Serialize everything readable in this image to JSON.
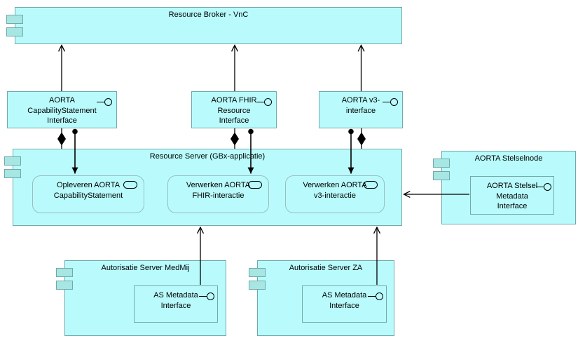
{
  "diagram": {
    "type": "archimate-application-view",
    "colors": {
      "node_fill": "#b9fbfc",
      "port_fill": "#a6e6e3",
      "node_border": "#74a8ab",
      "service_border": "#9abcc2",
      "line_color": "#000000",
      "text_color": "#000000"
    }
  },
  "nodes": {
    "broker": {
      "title": "Resource Broker - VnC"
    },
    "iface_cap": {
      "label": "AORTA\nCapabilityStatement\nInterface"
    },
    "iface_fhir": {
      "label": "AORTA FHIR\nResource\nInterface"
    },
    "iface_v3": {
      "label": "AORTA v3-\ninterface"
    },
    "server": {
      "title": "Resource Server (GBx-applicatie)"
    },
    "svc_cap": {
      "label": "Opleveren AORTA\nCapabilityStatement"
    },
    "svc_fhir": {
      "label": "Verwerken AORTA\nFHIR-interactie"
    },
    "svc_v3": {
      "label": "Verwerken AORTA\nv3-interactie"
    },
    "stelselnode": {
      "title": "AORTA Stelselnode"
    },
    "stelsel_iface": {
      "label": "AORTA Stelsel\nMetadata\nInterface"
    },
    "auth_medmij": {
      "title": "Autorisatie Server MedMij"
    },
    "as_iface_medmij": {
      "label": "AS Metadata\nInterface"
    },
    "auth_za": {
      "title": "Autorisatie Server ZA"
    },
    "as_iface_za": {
      "label": "AS Metadata\nInterface"
    }
  },
  "relationships": [
    {
      "from": "AORTA CapabilityStatement Interface",
      "to": "Resource Broker - VnC",
      "type": "serving"
    },
    {
      "from": "AORTA FHIR Resource Interface",
      "to": "Resource Broker - VnC",
      "type": "serving"
    },
    {
      "from": "AORTA v3-interface",
      "to": "Resource Broker - VnC",
      "type": "serving"
    },
    {
      "from": "Resource Server (GBx-applicatie)",
      "to": "AORTA CapabilityStatement Interface",
      "type": "composition"
    },
    {
      "from": "Resource Server (GBx-applicatie)",
      "to": "AORTA FHIR Resource Interface",
      "type": "composition"
    },
    {
      "from": "Resource Server (GBx-applicatie)",
      "to": "AORTA v3-interface",
      "type": "composition"
    },
    {
      "from": "AORTA CapabilityStatement Interface",
      "to": "Opleveren AORTA CapabilityStatement",
      "type": "assignment"
    },
    {
      "from": "AORTA FHIR Resource Interface",
      "to": "Verwerken AORTA FHIR-interactie",
      "type": "assignment"
    },
    {
      "from": "AORTA v3-interface",
      "to": "Verwerken AORTA v3-interactie",
      "type": "assignment"
    },
    {
      "from": "AORTA Stelsel Metadata Interface",
      "to": "Resource Server (GBx-applicatie)",
      "type": "serving"
    },
    {
      "from": "AS Metadata Interface (MedMij)",
      "to": "Resource Server (GBx-applicatie)",
      "type": "serving"
    },
    {
      "from": "AS Metadata Interface (ZA)",
      "to": "Resource Server (GBx-applicatie)",
      "type": "serving"
    }
  ]
}
